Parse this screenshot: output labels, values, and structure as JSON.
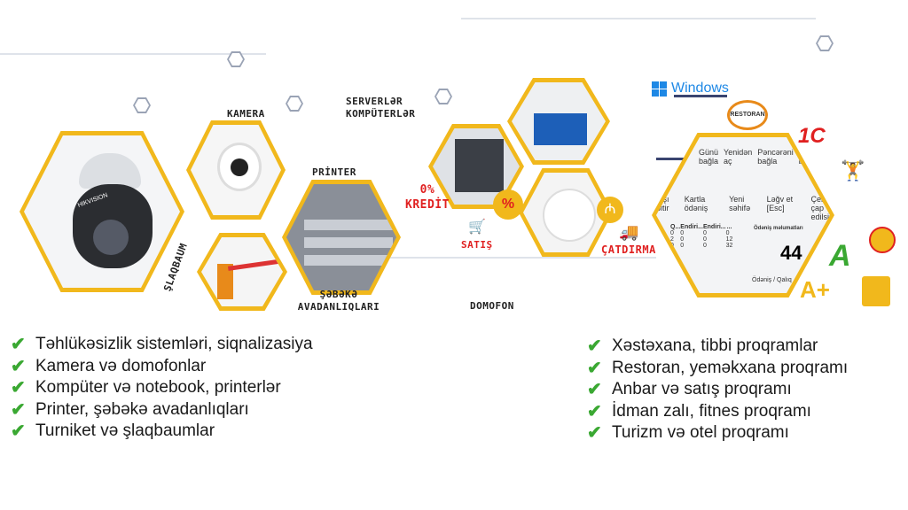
{
  "labels": {
    "camera": "KAMERA",
    "printer": "PRİNTER",
    "barrier": "ŞLAQBAUM",
    "network": "ŞƏBƏKƏ AVADANLIQLARI",
    "servers": "SERVERLƏR KOMPÜTERLƏR",
    "credit": "0% KREDİT",
    "sales": "SATIŞ",
    "delivery": "ÇATDIRMA",
    "intercom": "DOMOFON",
    "windows": "Windows",
    "restoran": "RESTORAN",
    "onec": "1C",
    "brand": "HIKVISION"
  },
  "software": {
    "buttons": [
      "Günü bağla",
      "Yenidən aç",
      "Pəncərəni bağla",
      "Proqramı bağla"
    ],
    "actions": [
      "...şı bitir",
      "Kartla ödəniş",
      "Yeni səhifə",
      "Ləğv et [Esc]",
      "Çek çap edilsin"
    ],
    "table_headers": [
      "Q...",
      "Endiri...",
      "Endiri...",
      "..."
    ],
    "rows": [
      [
        "0",
        "0",
        "0",
        "0"
      ],
      [
        "2",
        "0",
        "0",
        "12"
      ],
      [
        "0",
        "0",
        "0",
        "32"
      ]
    ],
    "payment_title": "Ödəniş məlumatları",
    "payment_value": "44",
    "payment_footer": "Ödəniş / Qalıq"
  },
  "left_list": [
    "Təhlükəsizlik sistemləri, siqnalizasiya",
    "Kamera və domofonlar",
    "Kompüter və notebook, printerlər",
    "Printer, şəbəkə avadanlıqları",
    "Turniket və şlaqbaumlar"
  ],
  "right_list": [
    "Xəstəxana, tibbi proqramlar",
    "Restoran, yeməkxana proqramı",
    "Anbar və satış proqramı",
    "İdman zalı, fitnes proqramı",
    "Turizm və otel proqramı"
  ],
  "colors": {
    "accent": "#f1b81c",
    "red": "#e02020",
    "check": "#3aa832"
  }
}
